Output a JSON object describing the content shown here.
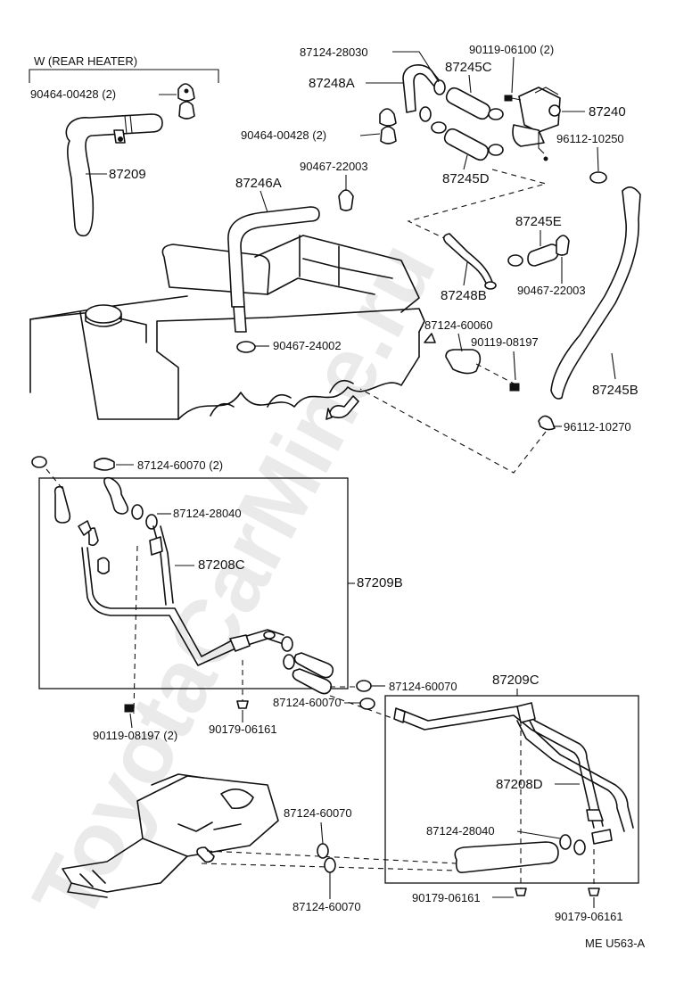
{
  "section_title": "W (REAR HEATER)",
  "diagram_code": "ME U563-A",
  "watermark": "ToyotaCarMine.ru",
  "labels": {
    "p_87124_28030": "87124-28030",
    "p_90119_06100": "90119-06100 (2)",
    "p_87245c": "87245C",
    "p_87248a": "87248A",
    "p_87240": "87240",
    "p_90464_00428_a": "90464-00428 (2)",
    "p_90464_00428_b": "90464-00428 (2)",
    "p_96112_10250": "96112-10250",
    "p_87209": "87209",
    "p_90467_22003_a": "90467-22003",
    "p_87245d": "87245D",
    "p_87246a": "87246A",
    "p_87245e": "87245E",
    "p_87248b": "87248B",
    "p_90467_22003_b": "90467-22003",
    "p_87124_60060": "87124-60060",
    "p_90119_08197_a": "90119-08197",
    "p_90467_24002": "90467-24002",
    "p_87245b": "87245B",
    "p_96112_10270": "96112-10270",
    "p_87124_60070_2": "87124-60070 (2)",
    "p_87124_28040_a": "87124-28040",
    "p_87208c": "87208C",
    "p_87209b": "87209B",
    "p_87124_60070_a": "87124-60070",
    "p_87124_60070_b": "87124-60070",
    "p_87209c": "87209C",
    "p_90119_08197_b": "90119-08197 (2)",
    "p_90179_06161_a": "90179-06161",
    "p_87208d": "87208D",
    "p_87124_60070_c": "87124-60070",
    "p_87124_28040_b": "87124-28040",
    "p_90179_06161_b": "90179-06161",
    "p_90179_06161_c": "90179-06161",
    "p_87124_60070_d": "87124-60070"
  }
}
